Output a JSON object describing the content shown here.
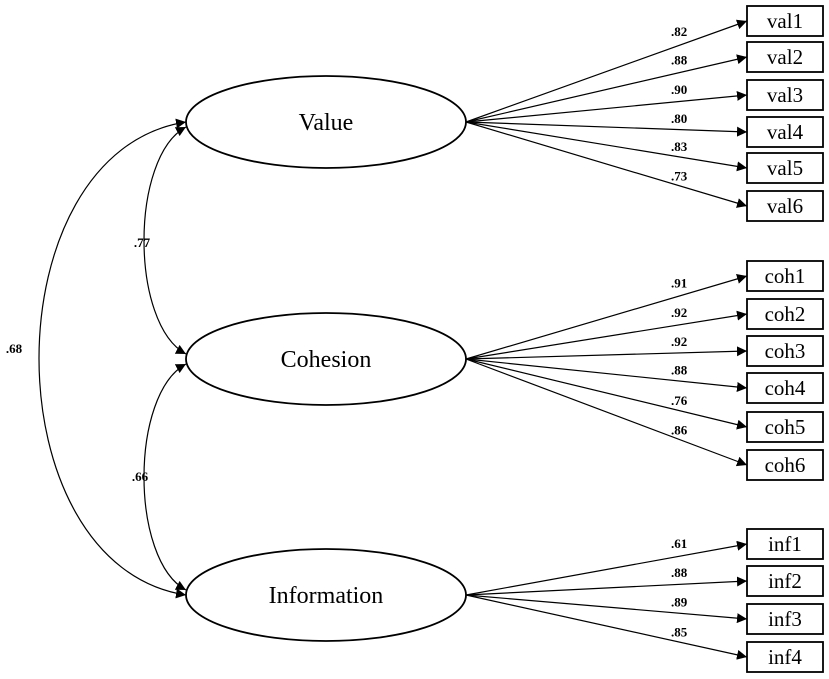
{
  "factors": [
    {
      "id": "value",
      "label": "Value",
      "indicators": [
        {
          "label": "val1",
          "loading": ".82"
        },
        {
          "label": "val2",
          "loading": ".88"
        },
        {
          "label": "val3",
          "loading": ".90"
        },
        {
          "label": "val4",
          "loading": ".80"
        },
        {
          "label": "val5",
          "loading": ".83"
        },
        {
          "label": "val6",
          "loading": ".73"
        }
      ]
    },
    {
      "id": "cohesion",
      "label": "Cohesion",
      "indicators": [
        {
          "label": "coh1",
          "loading": ".91"
        },
        {
          "label": "coh2",
          "loading": ".92"
        },
        {
          "label": "coh3",
          "loading": ".92"
        },
        {
          "label": "coh4",
          "loading": ".88"
        },
        {
          "label": "coh5",
          "loading": ".76"
        },
        {
          "label": "coh6",
          "loading": ".86"
        }
      ]
    },
    {
      "id": "information",
      "label": "Information",
      "indicators": [
        {
          "label": "inf1",
          "loading": ".61"
        },
        {
          "label": "inf2",
          "loading": ".88"
        },
        {
          "label": "inf3",
          "loading": ".89"
        },
        {
          "label": "inf4",
          "loading": ".85"
        }
      ]
    }
  ],
  "correlations": [
    {
      "from": "value",
      "to": "cohesion",
      "value": ".77"
    },
    {
      "from": "cohesion",
      "to": "information",
      "value": ".66"
    },
    {
      "from": "value",
      "to": "information",
      "value": ".68"
    }
  ]
}
